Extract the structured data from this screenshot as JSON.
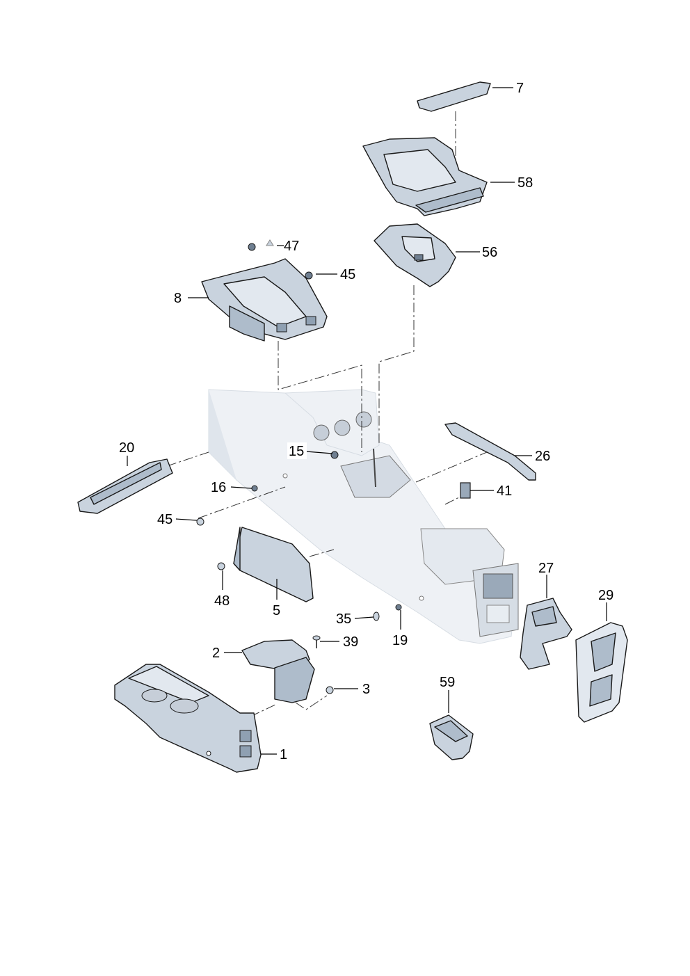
{
  "callouts": {
    "c7": "7",
    "c58": "58",
    "c56": "56",
    "c47": "47",
    "c45a": "45",
    "c8": "8",
    "c20": "20",
    "c15": "15",
    "c16": "16",
    "c45b": "45",
    "c26": "26",
    "c41": "41",
    "c27": "27",
    "c29": "29",
    "c48": "48",
    "c5": "5",
    "c35": "35",
    "c19": "19",
    "c39": "39",
    "c2": "2",
    "c3": "3",
    "c1": "1",
    "c59": "59"
  },
  "colors": {
    "part_dark": "#aebccb",
    "part_mid": "#c9d3de",
    "part_light": "#e2e8ef",
    "console_ghost": "#eef1f5"
  }
}
